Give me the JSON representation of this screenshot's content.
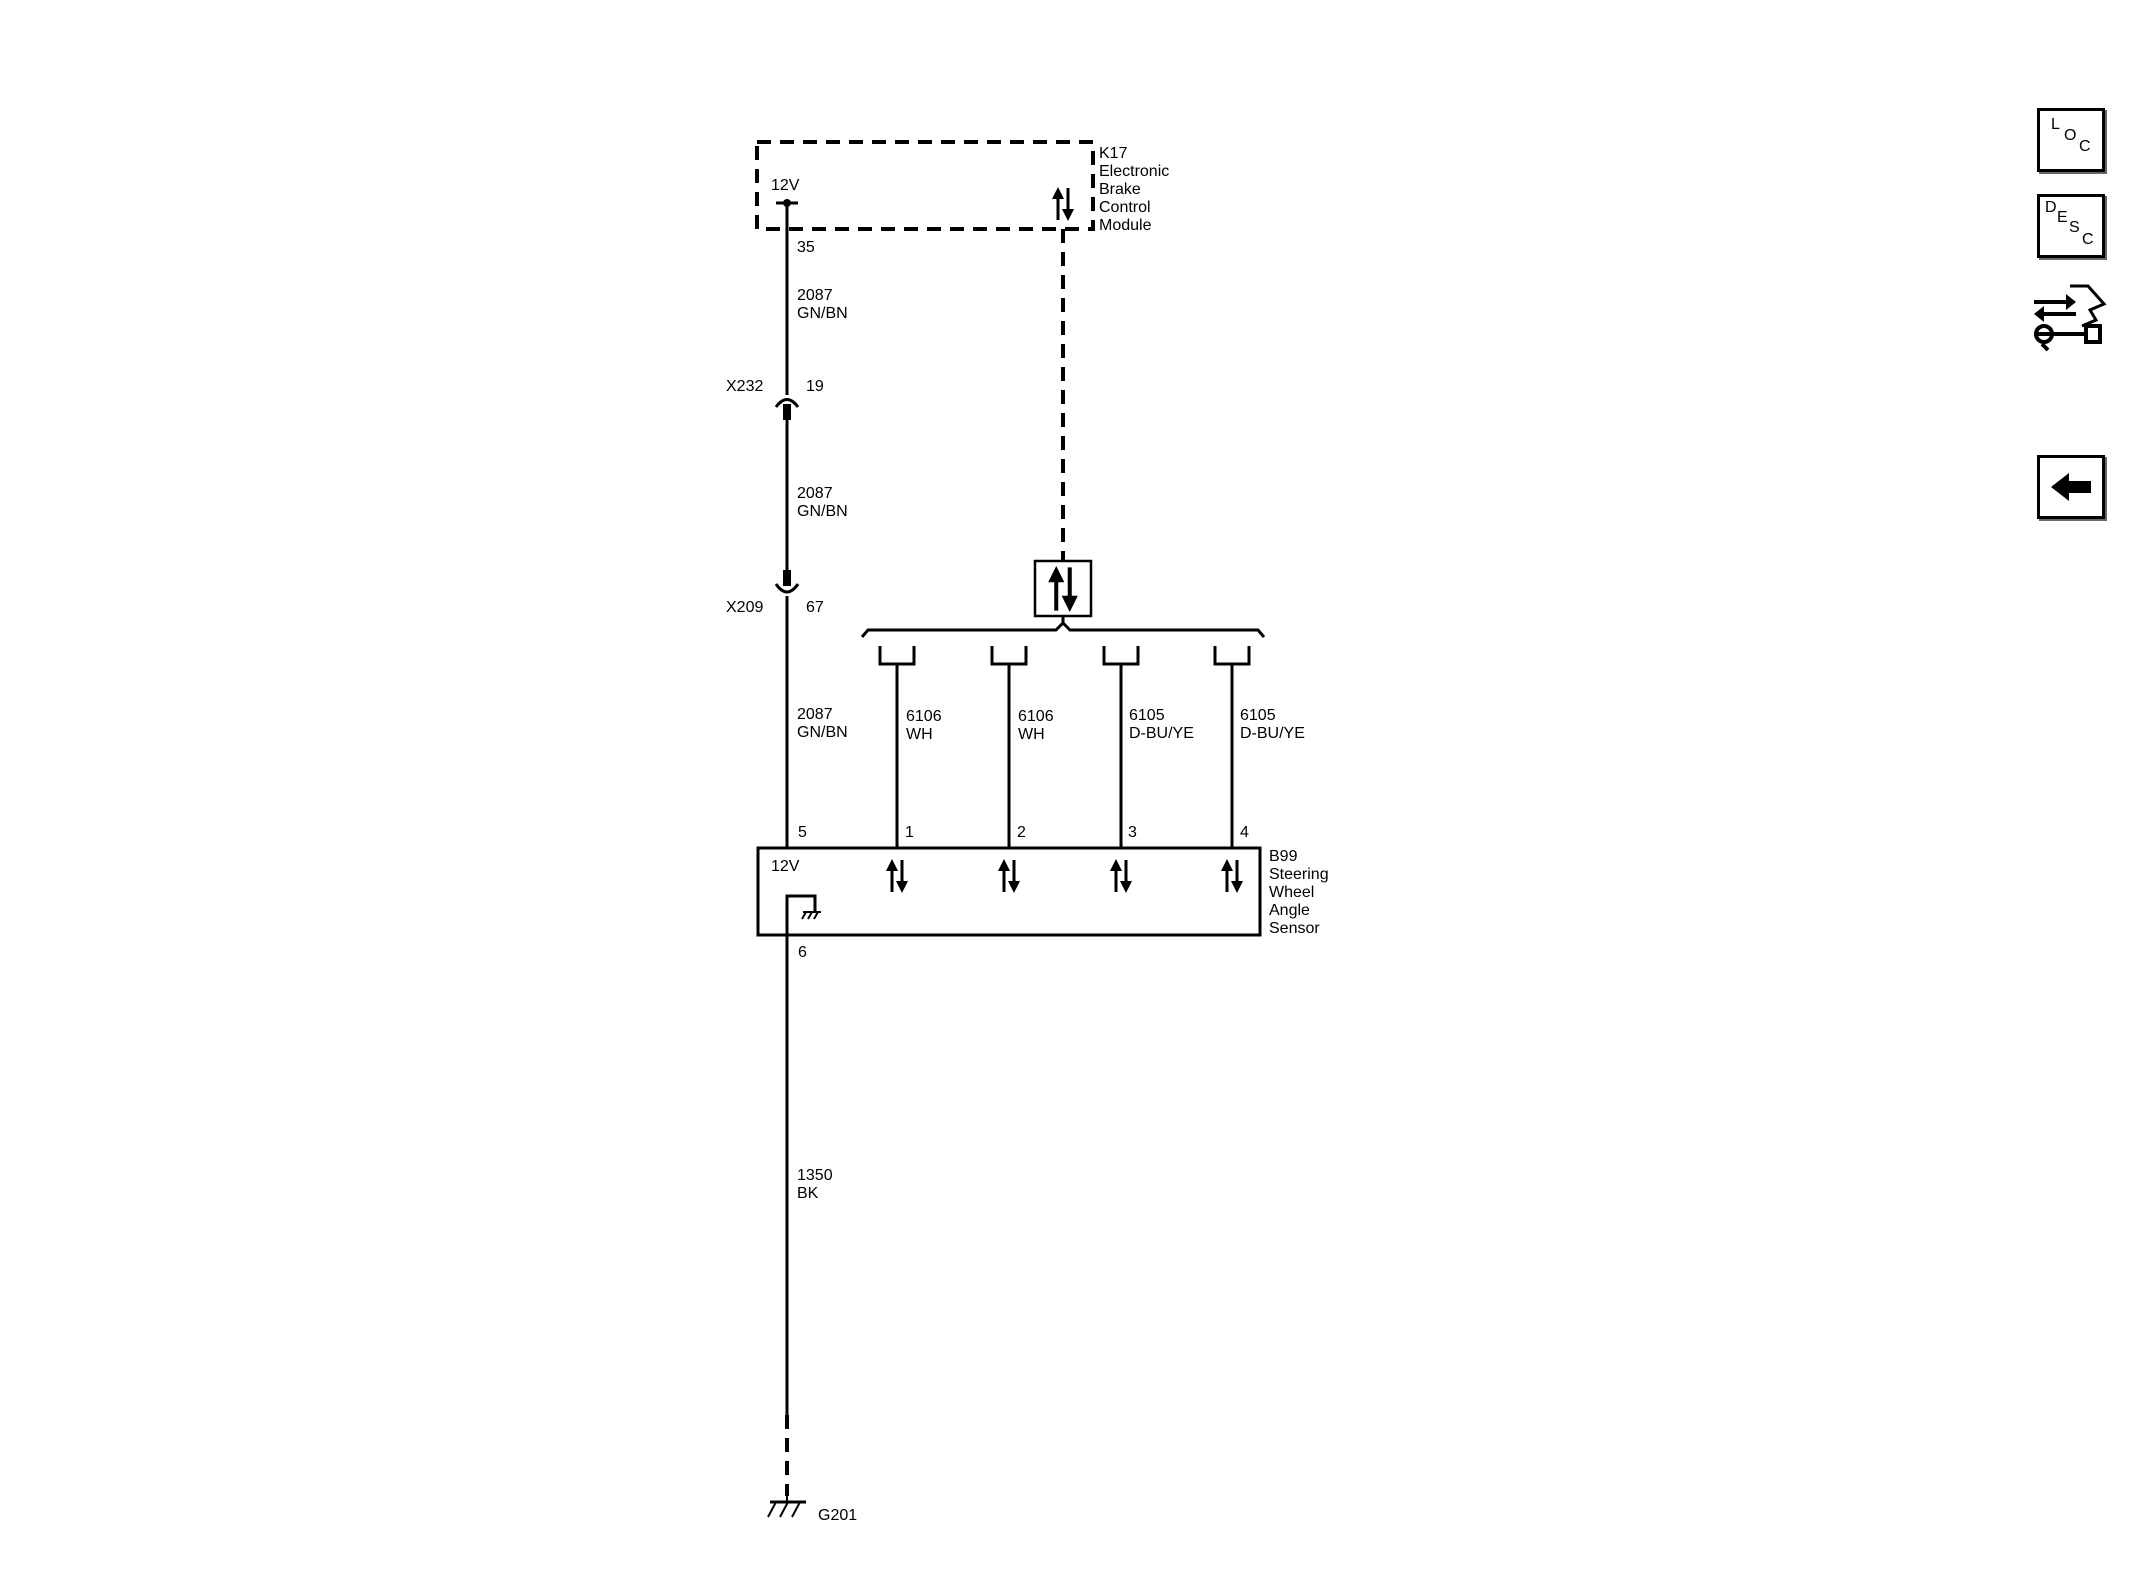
{
  "modules": {
    "k17": {
      "id": "K17",
      "lines": [
        "Electronic",
        "Brake",
        "Control",
        "Module"
      ],
      "voltage": "12V",
      "pin": "35"
    },
    "b99": {
      "id": "B99",
      "lines": [
        "Steering",
        "Wheel",
        "Angle",
        "Sensor"
      ],
      "voltage": "12V",
      "power_pin": "5",
      "ground_pin": "6"
    }
  },
  "connectors": [
    {
      "id": "X232",
      "pin": "19"
    },
    {
      "id": "X209",
      "pin": "67"
    }
  ],
  "power_wire_segments": [
    {
      "circuit": "2087",
      "color": "GN/BN"
    },
    {
      "circuit": "2087",
      "color": "GN/BN"
    },
    {
      "circuit": "2087",
      "color": "GN/BN"
    }
  ],
  "data_wires": [
    {
      "pin": "1",
      "circuit": "6106",
      "color": "WH"
    },
    {
      "pin": "2",
      "circuit": "6106",
      "color": "WH"
    },
    {
      "pin": "3",
      "circuit": "6105",
      "color": "D-BU/YE"
    },
    {
      "pin": "4",
      "circuit": "6105",
      "color": "D-BU/YE"
    }
  ],
  "ground_wire": {
    "circuit": "1350",
    "color": "BK"
  },
  "ground": {
    "id": "G201"
  },
  "nav": {
    "loc": [
      "L",
      "O",
      "C"
    ],
    "desc": [
      "D",
      "E",
      "S",
      "C"
    ]
  }
}
